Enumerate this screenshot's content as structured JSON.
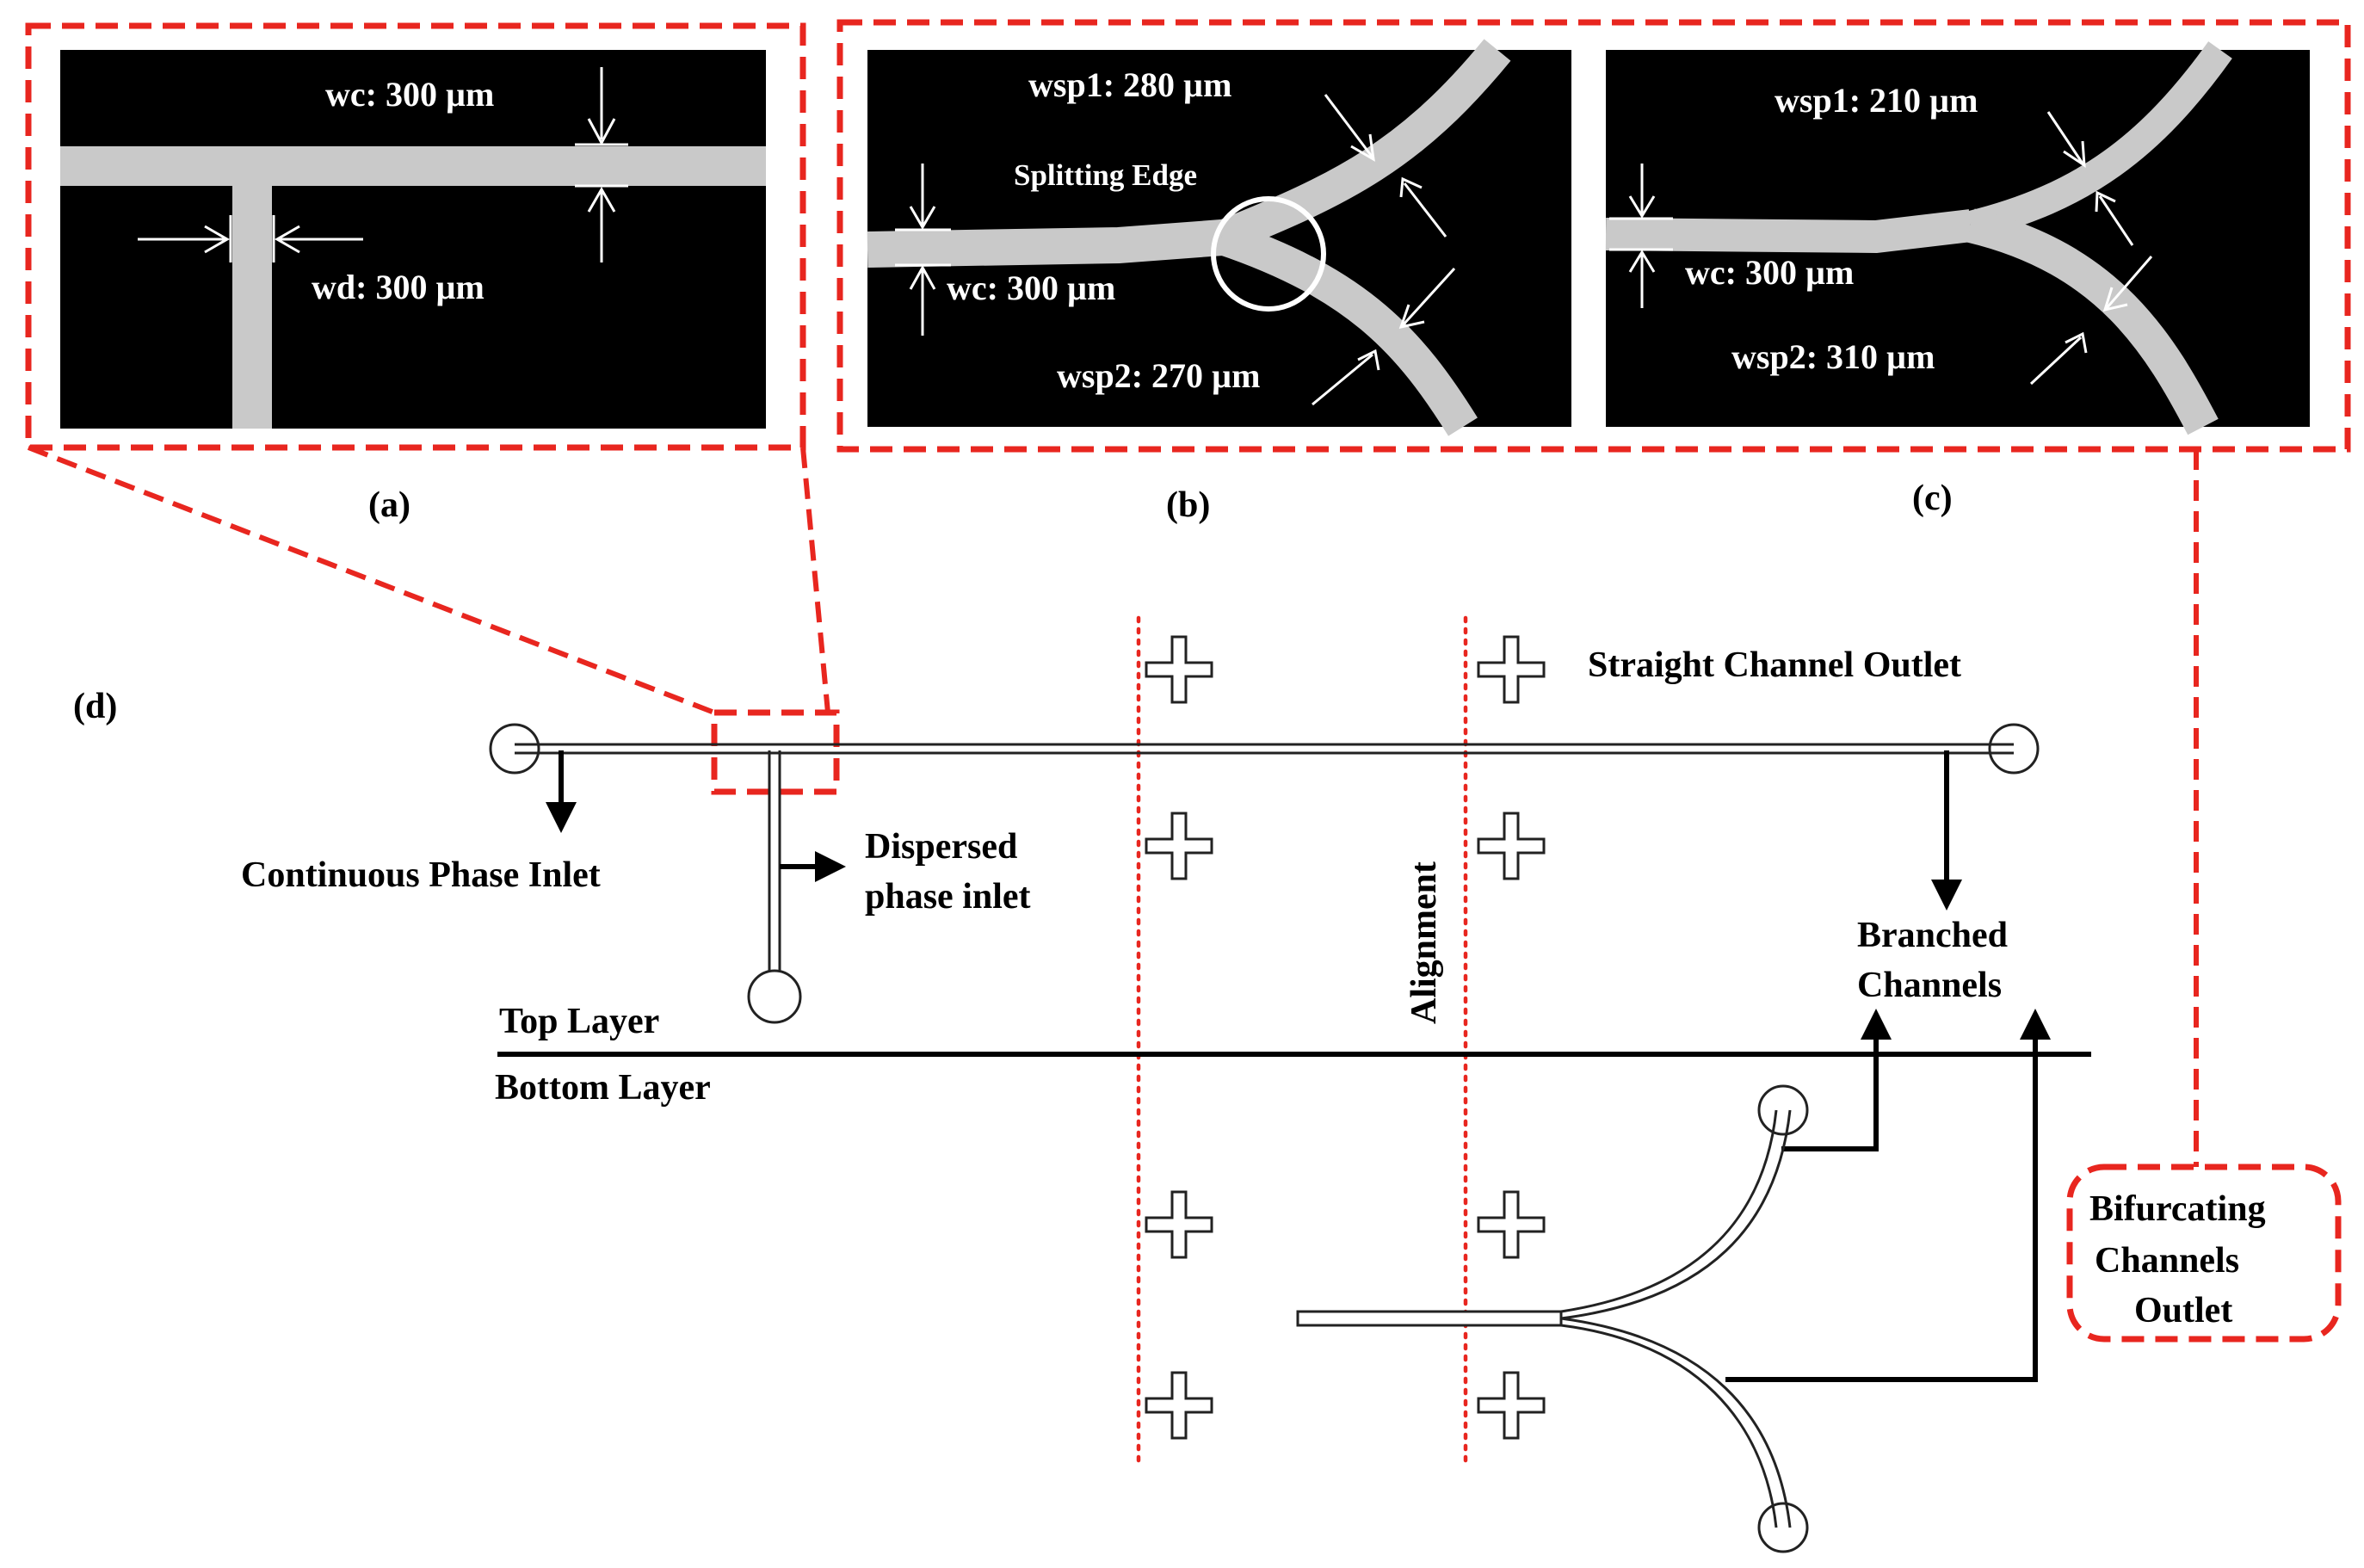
{
  "panels": {
    "a": {
      "caption": "(a)",
      "wc_label": "wc: 300 µm",
      "wd_label": "wd: 300 µm"
    },
    "b": {
      "caption": "(b)",
      "wsp1_label": "wsp1: 280 µm",
      "splitting_edge": "Splitting Edge",
      "wc_label": "wc: 300 µm",
      "wsp2_label": "wsp2: 270 µm"
    },
    "c": {
      "caption": "(c)",
      "wsp1_label": "wsp1: 210 µm",
      "wc_label": "wc: 300 µm",
      "wsp2_label": "wsp2: 310 µm"
    },
    "d": {
      "caption": "(d)",
      "straight_outlet": "Straight Channel Outlet",
      "continuous_inlet": "Continuous Phase Inlet",
      "dispersed_inlet_1": "Dispersed",
      "dispersed_inlet_2": "phase inlet",
      "alignment": "Alignment",
      "branched_1": "Branched",
      "branched_2": "Channels",
      "top_layer": "Top Layer",
      "bottom_layer": "Bottom Layer",
      "bifurcating_1": "Bifurcating",
      "bifurcating_2": "Channels",
      "bifurcating_3": "Outlet"
    }
  },
  "colors": {
    "callout_red": "#e8261f",
    "micrograph_bg": "#000000",
    "channel_gray": "#c9c9c9"
  }
}
